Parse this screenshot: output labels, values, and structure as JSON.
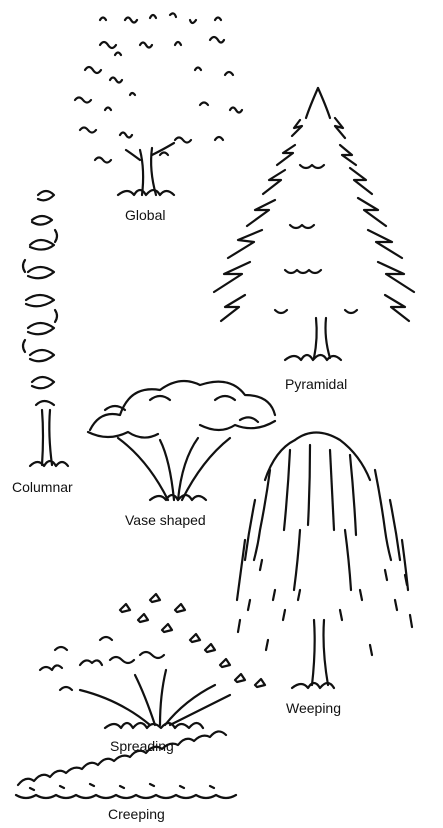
{
  "diagram": {
    "labels": {
      "global": "Global",
      "pyramidal": "Pyramidal",
      "columnar": "Columnar",
      "vase": "Vase shaped",
      "weeping": "Weeping",
      "spreading": "Spreading",
      "creeping": "Creeping"
    },
    "ink_color": "#111111",
    "background": "#ffffff"
  }
}
